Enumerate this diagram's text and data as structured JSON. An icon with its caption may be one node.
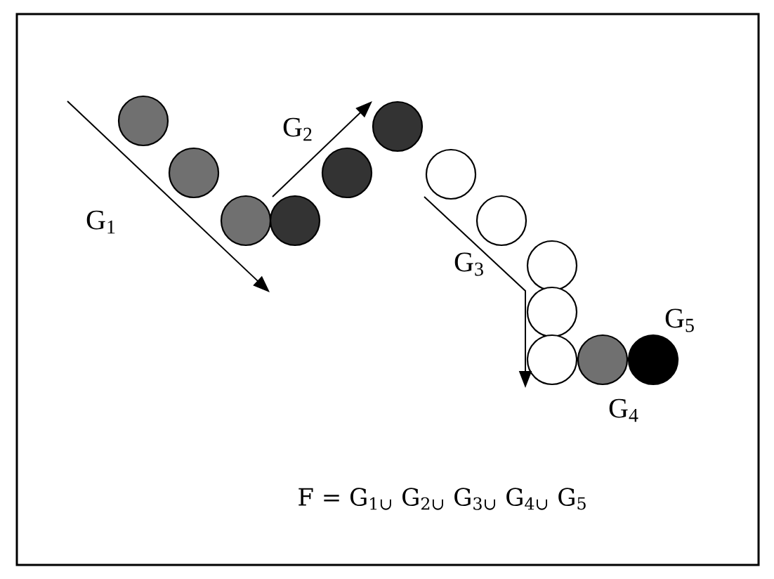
{
  "diagram": {
    "labels": [
      "G$_{1}$",
      "G$_{2}$",
      "G$_{3}$",
      "G$_{5}$",
      "G$_{4}$",
      "F = G$_{1∪}$ G$_{2∪}$ G$_{3∪}$ G$_{4∪}$ G$_{5}$"
    ]
  }
}
